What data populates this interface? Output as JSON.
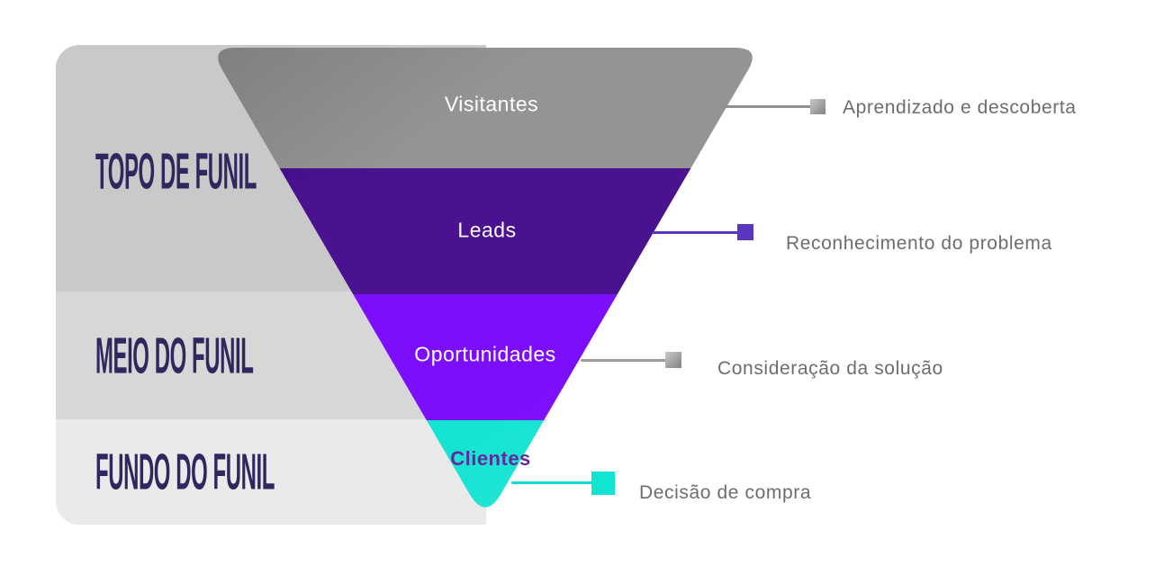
{
  "canvas": {
    "background": "#ffffff"
  },
  "side_panel": {
    "label_color": "#32265e",
    "bands": [
      {
        "label": "TOPO DE FUNIL",
        "color": "#c9c9c9"
      },
      {
        "label": "MEIO DO FUNIL",
        "color": "#d7d7d7"
      },
      {
        "label": "FUNDO DO FUNIL",
        "color": "#eaeaea"
      }
    ]
  },
  "funnel": {
    "stages": [
      {
        "name": "Visitantes",
        "fill": "#949494",
        "text_color": "#ffffff"
      },
      {
        "name": "Leads",
        "fill": "#4a1190",
        "text_color": "#ffffff"
      },
      {
        "name": "Oportunidades",
        "fill": "#7d0efc",
        "text_color": "#ffffff"
      },
      {
        "name": "Clientes",
        "fill": "#16e4d2",
        "text_color": "#6527a0"
      }
    ]
  },
  "callouts": [
    {
      "label": "Aprendizado e descoberta",
      "line_color": "#8f8f8f",
      "marker_color": "#9d9d9d"
    },
    {
      "label": "Reconhecimento do problema",
      "line_color": "#5b34bf",
      "marker_color": "#5b34bf"
    },
    {
      "label": "Consideração da solução",
      "line_color": "#9b9b9b",
      "marker_color": "#9d9d9d"
    },
    {
      "label": "Decisão de compra",
      "line_color": "#10dccd",
      "marker_color": "#12e4d2"
    }
  ],
  "callout_text_color": "#6d6d6d"
}
